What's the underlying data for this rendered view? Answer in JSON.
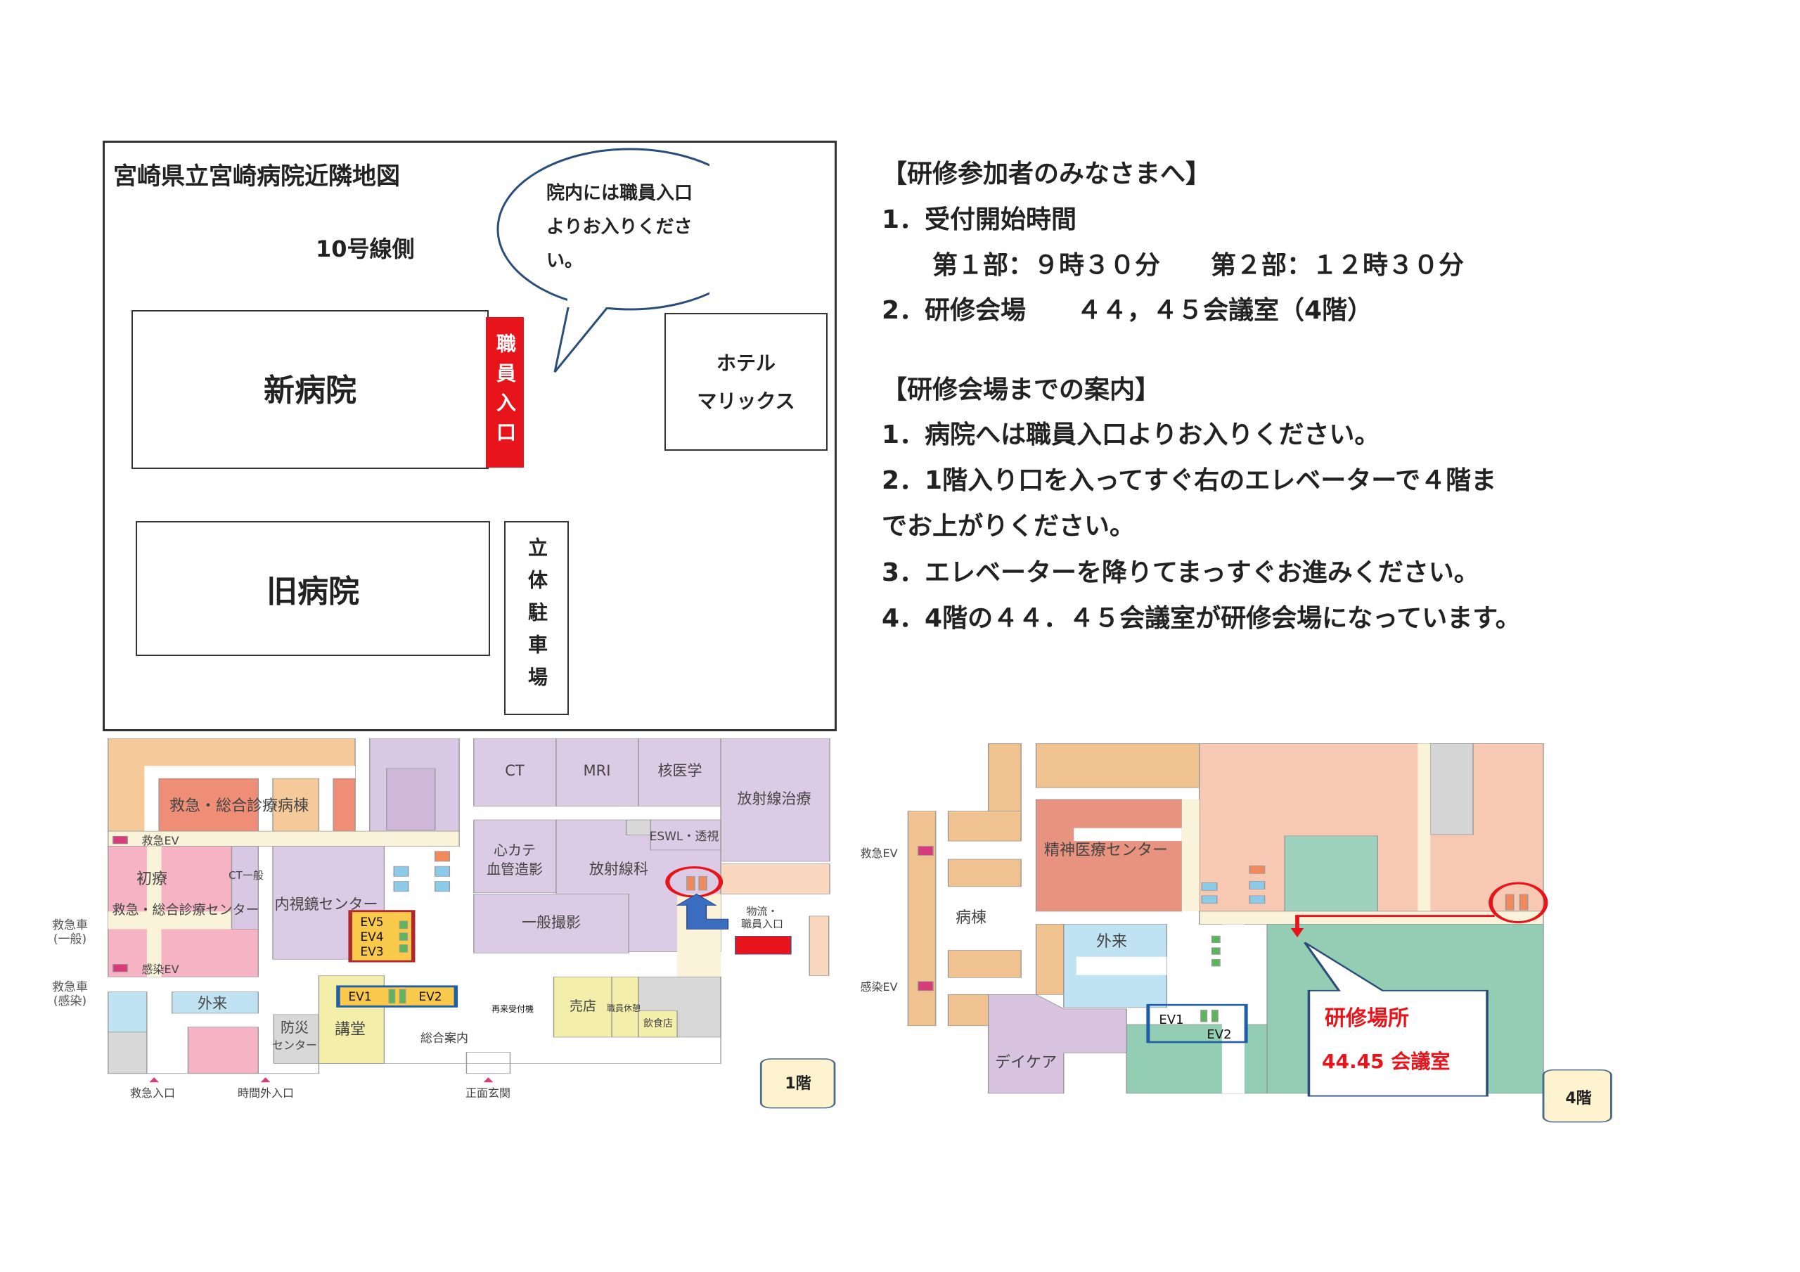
{
  "map": {
    "title": "宮崎県立宮崎病院近隣地図",
    "road": "10号線側",
    "new_hospital": "新病院",
    "staff_entrance": "職員入口",
    "bubble": [
      "院内には職員入口",
      "よりお入りくださ",
      "い。"
    ],
    "hotel": [
      "ホテル",
      "マリックス"
    ],
    "old_hospital": "旧病院",
    "parking": "立体駐車場"
  },
  "guide": {
    "heading1": "【研修参加者のみなさまへ】",
    "item1": "1．受付開始時間",
    "item1_detail": "　　第１部：９時３０分　　第２部：１２時３０分",
    "item2": "2．研修会場　　４４，４５会議室（4階）",
    "heading2": "【研修会場までの案内】",
    "steps": [
      "1．病院へは職員入口よりお入りください。",
      "2．1階入り口を入ってすぐ右のエレベーターで４階ま",
      "でお上がりください。",
      "3．エレベーターを降りてまっすぐお進みください。",
      "4．4階の４４．４５会議室が研修会場になっています。"
    ]
  },
  "floor1": {
    "badge": "1階",
    "labels": {
      "er_ward": "救急・総合診療病棟",
      "er_ev": "救急EV",
      "ct_general": "CT一般",
      "shoryo": "初療",
      "er_center": "救急・総合診療センター",
      "endoscopy": "内視鏡センター",
      "ev5": "EV5",
      "ev4": "EV4",
      "ev3": "EV3",
      "infect_ev": "感染EV",
      "outpatient": "外来",
      "disaster1": "防災",
      "disaster2": "センター",
      "hall": "講堂",
      "ev1": "EV1",
      "ev2": "EV2",
      "info": "総合案内",
      "reception": "再来受付機",
      "shop": "売店",
      "staff_rest": "職員休憩",
      "restaurant": "飲食店",
      "ct": "CT",
      "mri": "MRI",
      "nuclear": "核医学",
      "radiotherapy": "放射線治療",
      "eswl": "ESWL・透視",
      "cath1": "心カテ",
      "cath2": "血管造影",
      "radiology": "放射線科",
      "xray": "一般撮影",
      "logistics1": "物流・",
      "logistics2": "職員入口",
      "er_entrance": "救急入口",
      "after_hours": "時間外入口",
      "main_entrance": "正面玄関",
      "amb_general1": "救急車",
      "amb_general2": "(一般)",
      "amb_infect1": "救急車",
      "amb_infect2": "(感染)"
    }
  },
  "floor4": {
    "badge": "4階",
    "labels": {
      "er_ev": "救急EV",
      "infect_ev": "感染EV",
      "psych": "精神医療センター",
      "ward": "病棟",
      "outpatient": "外来",
      "daycare": "デイケア",
      "ev1": "EV1",
      "ev2": "EV2"
    },
    "callout": [
      "研修場所",
      "44.45 会議室"
    ]
  },
  "colors": {
    "accent_red": "#e8141c",
    "frame_blue": "#1f5fa8"
  }
}
